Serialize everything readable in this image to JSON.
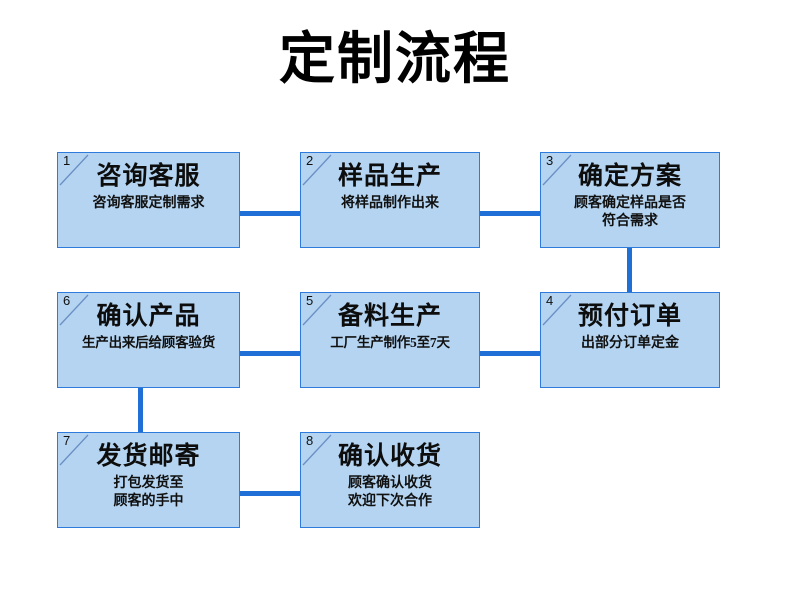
{
  "title": "定制流程",
  "colors": {
    "box_fill": "#b4d4f1",
    "box_border": "#2f7bdb",
    "connector": "#1f6fd6",
    "background": "#ffffff",
    "text": "#0d0d0d"
  },
  "nodes": [
    {
      "number": "1",
      "title": "咨询客服",
      "subtitle": "咨询客服定制需求"
    },
    {
      "number": "2",
      "title": "样品生产",
      "subtitle": "将样品制作出来"
    },
    {
      "number": "3",
      "title": "确定方案",
      "subtitle": "顾客确定样品是否\n符合需求"
    },
    {
      "number": "4",
      "title": "预付订单",
      "subtitle": "出部分订单定金"
    },
    {
      "number": "5",
      "title": "备料生产",
      "subtitle": "工厂生产制作5至7天"
    },
    {
      "number": "6",
      "title": "确认产品",
      "subtitle": "生产出来后给顾客验货"
    },
    {
      "number": "7",
      "title": "发货邮寄",
      "subtitle": "打包发货至\n顾客的手中"
    },
    {
      "number": "8",
      "title": "确认收货",
      "subtitle": "顾客确认收货\n欢迎下次合作"
    }
  ],
  "connectors": [
    {
      "name": "connector-1-to-2",
      "from": "1",
      "to": "2"
    },
    {
      "name": "connector-2-to-3",
      "from": "2",
      "to": "3"
    },
    {
      "name": "connector-3-to-4",
      "from": "3",
      "to": "4"
    },
    {
      "name": "connector-4-to-5",
      "from": "4",
      "to": "5"
    },
    {
      "name": "connector-5-to-6",
      "from": "5",
      "to": "6"
    },
    {
      "name": "connector-6-to-7",
      "from": "6",
      "to": "7"
    },
    {
      "name": "connector-7-to-8",
      "from": "7",
      "to": "8"
    }
  ]
}
